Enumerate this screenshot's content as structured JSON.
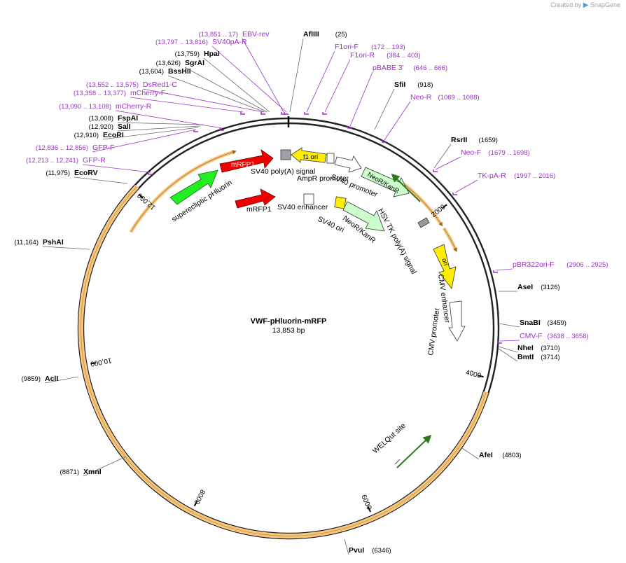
{
  "header": {
    "created_by": "Created by",
    "brand": "SnapGene"
  },
  "map": {
    "name": "VWF-pHluorin-mRFP",
    "size": "13,853 bp",
    "total_bp": 13853,
    "ticks": [
      "2000",
      "4000",
      "6000",
      "8000",
      "10,000",
      "12,000"
    ]
  },
  "colors": {
    "primer": "#9b30c8",
    "enzyme": "#000000",
    "backbone": "#222222",
    "orange_feature": "#e8a33d",
    "mRFP1": "#ff0000",
    "pHluorin": "#22dd22",
    "neo": "#ccffcc",
    "ori": "#ffee00",
    "f1ori": "#ffee00"
  },
  "sites": [
    {
      "name": "EBV-rev",
      "pos": "(13,851 .. 17)",
      "type": "primer"
    },
    {
      "name": "AflIII",
      "pos": "(25)",
      "type": "enzyme"
    },
    {
      "name": "F1ori-F",
      "pos": "(172 .. 193)",
      "type": "primer"
    },
    {
      "name": "F1ori-R",
      "pos": "(384 .. 403)",
      "type": "primer"
    },
    {
      "name": "pBABE 3'",
      "pos": "(646 .. 666)",
      "type": "primer"
    },
    {
      "name": "SfiI",
      "pos": "(918)",
      "type": "enzyme"
    },
    {
      "name": "Neo-R",
      "pos": "(1069 .. 1088)",
      "type": "primer"
    },
    {
      "name": "RsrII",
      "pos": "(1659)",
      "type": "enzyme"
    },
    {
      "name": "Neo-F",
      "pos": "(1679 .. 1698)",
      "type": "primer"
    },
    {
      "name": "TK-pA-R",
      "pos": "(1997 .. 2016)",
      "type": "primer"
    },
    {
      "name": "pBR322ori-F",
      "pos": "(2906 .. 2925)",
      "type": "primer"
    },
    {
      "name": "AseI",
      "pos": "(3126)",
      "type": "enzyme"
    },
    {
      "name": "SnaBI",
      "pos": "(3459)",
      "type": "enzyme"
    },
    {
      "name": "CMV-F",
      "pos": "(3638 .. 3658)",
      "type": "primer"
    },
    {
      "name": "NheI",
      "pos": "(3710)",
      "type": "enzyme"
    },
    {
      "name": "BmtI",
      "pos": "(3714)",
      "type": "enzyme"
    },
    {
      "name": "AfeI",
      "pos": "(4803)",
      "type": "enzyme"
    },
    {
      "name": "PvuI",
      "pos": "(6346)",
      "type": "enzyme"
    },
    {
      "name": "XmnI",
      "pos": "(8871)",
      "type": "enzyme"
    },
    {
      "name": "AclI",
      "pos": "(9859)",
      "type": "enzyme"
    },
    {
      "name": "PshAI",
      "pos": "(11,164)",
      "type": "enzyme"
    },
    {
      "name": "EcoRV",
      "pos": "(11,975)",
      "type": "enzyme"
    },
    {
      "name": "GFP-R",
      "pos": "(12,213 .. 12,241)",
      "type": "primer"
    },
    {
      "name": "GFP-F",
      "pos": "(12,836 .. 12,856)",
      "type": "primer"
    },
    {
      "name": "EcoRI",
      "pos": "(12,910)",
      "type": "enzyme"
    },
    {
      "name": "SalI",
      "pos": "(12,920)",
      "type": "enzyme"
    },
    {
      "name": "FspAI",
      "pos": "(13,008)",
      "type": "enzyme"
    },
    {
      "name": "mCherry-R",
      "pos": "(13,090 .. 13,108)",
      "type": "primer"
    },
    {
      "name": "mCherry-F",
      "pos": "(13,358 .. 13,377)",
      "type": "primer"
    },
    {
      "name": "DsRed1-C",
      "pos": "(13,552 .. 13,575)",
      "type": "primer"
    },
    {
      "name": "BssHII",
      "pos": "(13,604)",
      "type": "enzyme"
    },
    {
      "name": "SgrAI",
      "pos": "(13,626)",
      "type": "enzyme"
    },
    {
      "name": "HpaI",
      "pos": "(13,759)",
      "type": "enzyme"
    },
    {
      "name": "SV40pA-R",
      "pos": "(13,797 .. 13,816)",
      "type": "primer"
    }
  ],
  "features": {
    "mRFP1_outer": "mRFP1",
    "sv40_polya": "SV40 poly(A) signal",
    "f1ori": "f1 ori",
    "ampr_promoter": "AmpR promoter",
    "sv40_promoter": "SV40 promoter",
    "neor_outer": "NeoR/KanR",
    "superecliptic": "superecliptic pHluorin",
    "mRFP1_inner": "mRFP1",
    "sv40_enhancer": "SV40 enhancer",
    "sv40_ori": "SV40 ori",
    "neor_inner": "NeoR/KanR",
    "hsv_tk": "HSV TK poly(A) signal",
    "ori": "ori",
    "cmv_enhancer": "CMV enhancer",
    "cmv_promoter": "CMV promoter",
    "welqut": "WELQut site"
  }
}
